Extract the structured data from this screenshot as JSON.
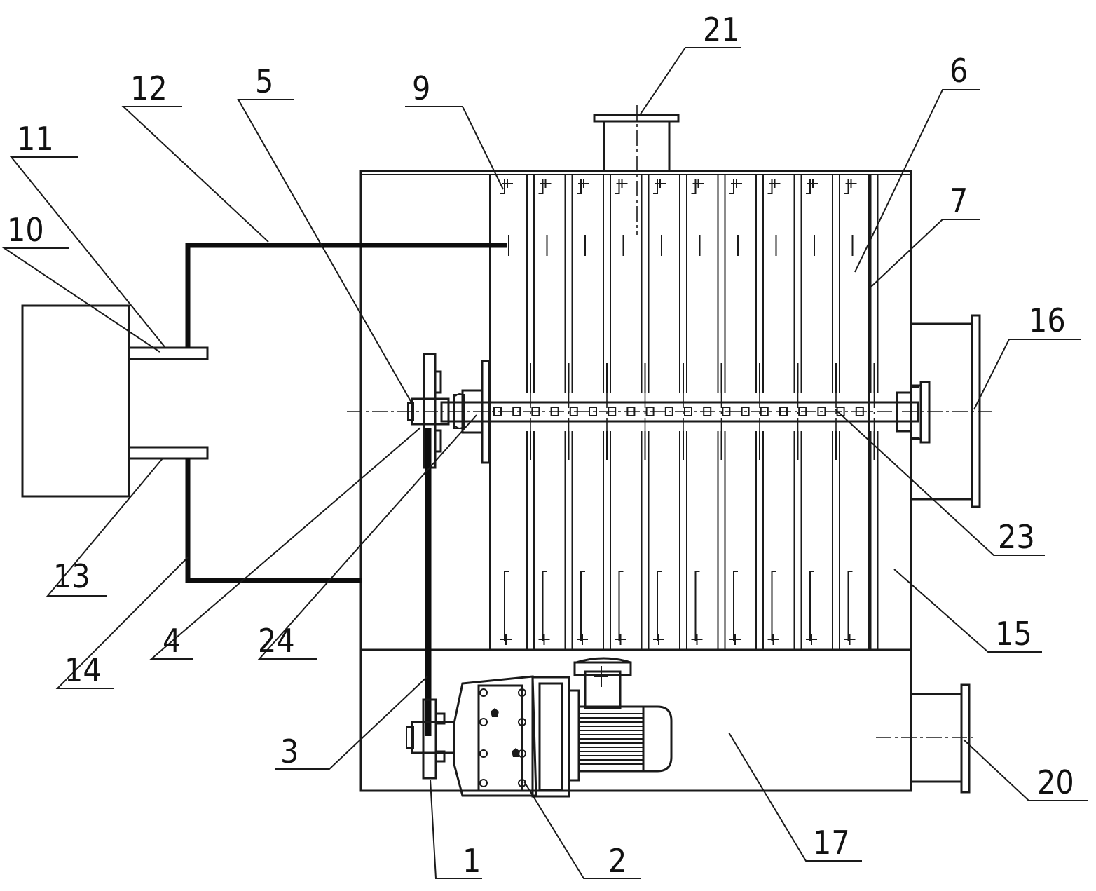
{
  "diagram": {
    "labels": [
      {
        "id": "1",
        "text": "1"
      },
      {
        "id": "2",
        "text": "2"
      },
      {
        "id": "3",
        "text": "3"
      },
      {
        "id": "4",
        "text": "4"
      },
      {
        "id": "5",
        "text": "5"
      },
      {
        "id": "6",
        "text": "6"
      },
      {
        "id": "7",
        "text": "7"
      },
      {
        "id": "9",
        "text": "9"
      },
      {
        "id": "10",
        "text": "10"
      },
      {
        "id": "11",
        "text": "11"
      },
      {
        "id": "12",
        "text": "12"
      },
      {
        "id": "13",
        "text": "13"
      },
      {
        "id": "14",
        "text": "14"
      },
      {
        "id": "15",
        "text": "15"
      },
      {
        "id": "16",
        "text": "16"
      },
      {
        "id": "17",
        "text": "17"
      },
      {
        "id": "20",
        "text": "20"
      },
      {
        "id": "21",
        "text": "21"
      },
      {
        "id": "23",
        "text": "23"
      },
      {
        "id": "24",
        "text": "24"
      }
    ]
  }
}
